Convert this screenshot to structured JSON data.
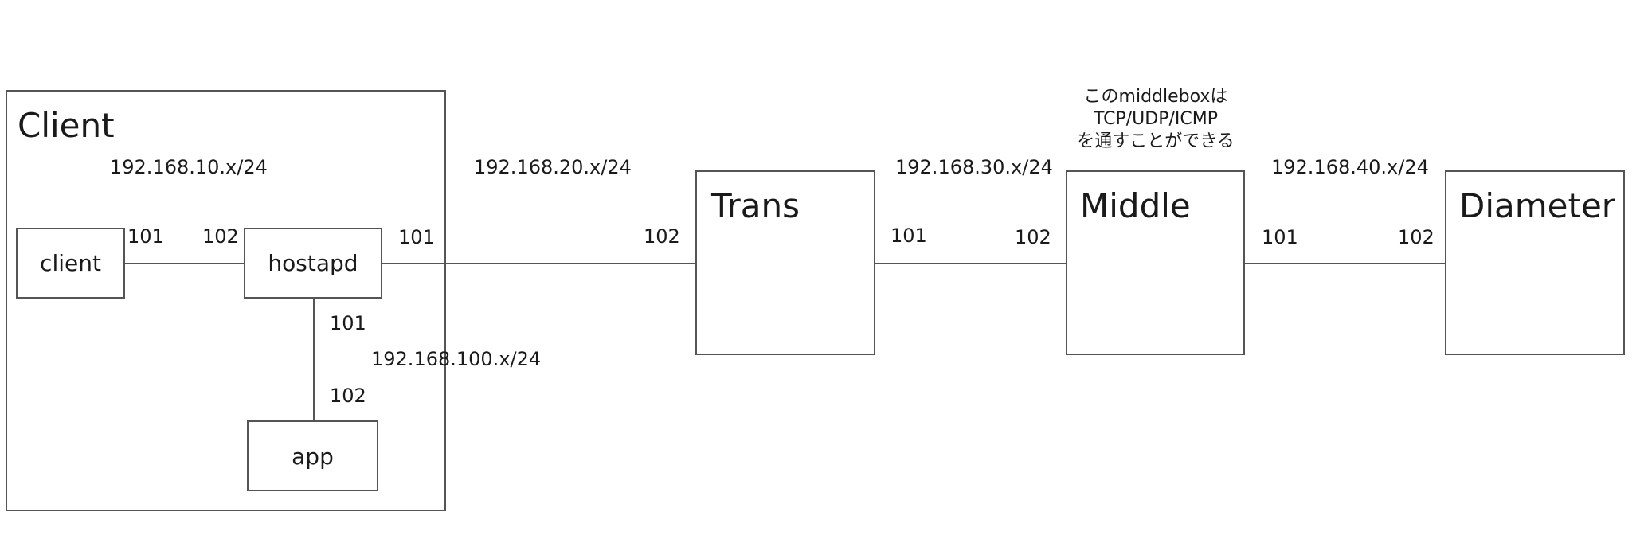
{
  "client_group": {
    "title": "Client"
  },
  "nodes": {
    "client": "client",
    "hostapd": "hostapd",
    "app": "app",
    "trans": "Trans",
    "middle": "Middle",
    "diameter": "Diameter"
  },
  "networks": {
    "net10": "192.168.10.x/24",
    "net20": "192.168.20.x/24",
    "net30": "192.168.30.x/24",
    "net40": "192.168.40.x/24",
    "net100": "192.168.100.x/24"
  },
  "ports": {
    "client_hostapd_a": "101",
    "client_hostapd_b": "102",
    "hostapd_trans_a": "101",
    "hostapd_trans_b": "102",
    "hostapd_app_a": "101",
    "hostapd_app_b": "102",
    "trans_middle_a": "101",
    "trans_middle_b": "102",
    "middle_diameter_a": "101",
    "middle_diameter_b": "102"
  },
  "middle_note": {
    "line1": "このmiddleboxは",
    "line2": "TCP/UDP/ICMP",
    "line3": "を通すことができる"
  }
}
